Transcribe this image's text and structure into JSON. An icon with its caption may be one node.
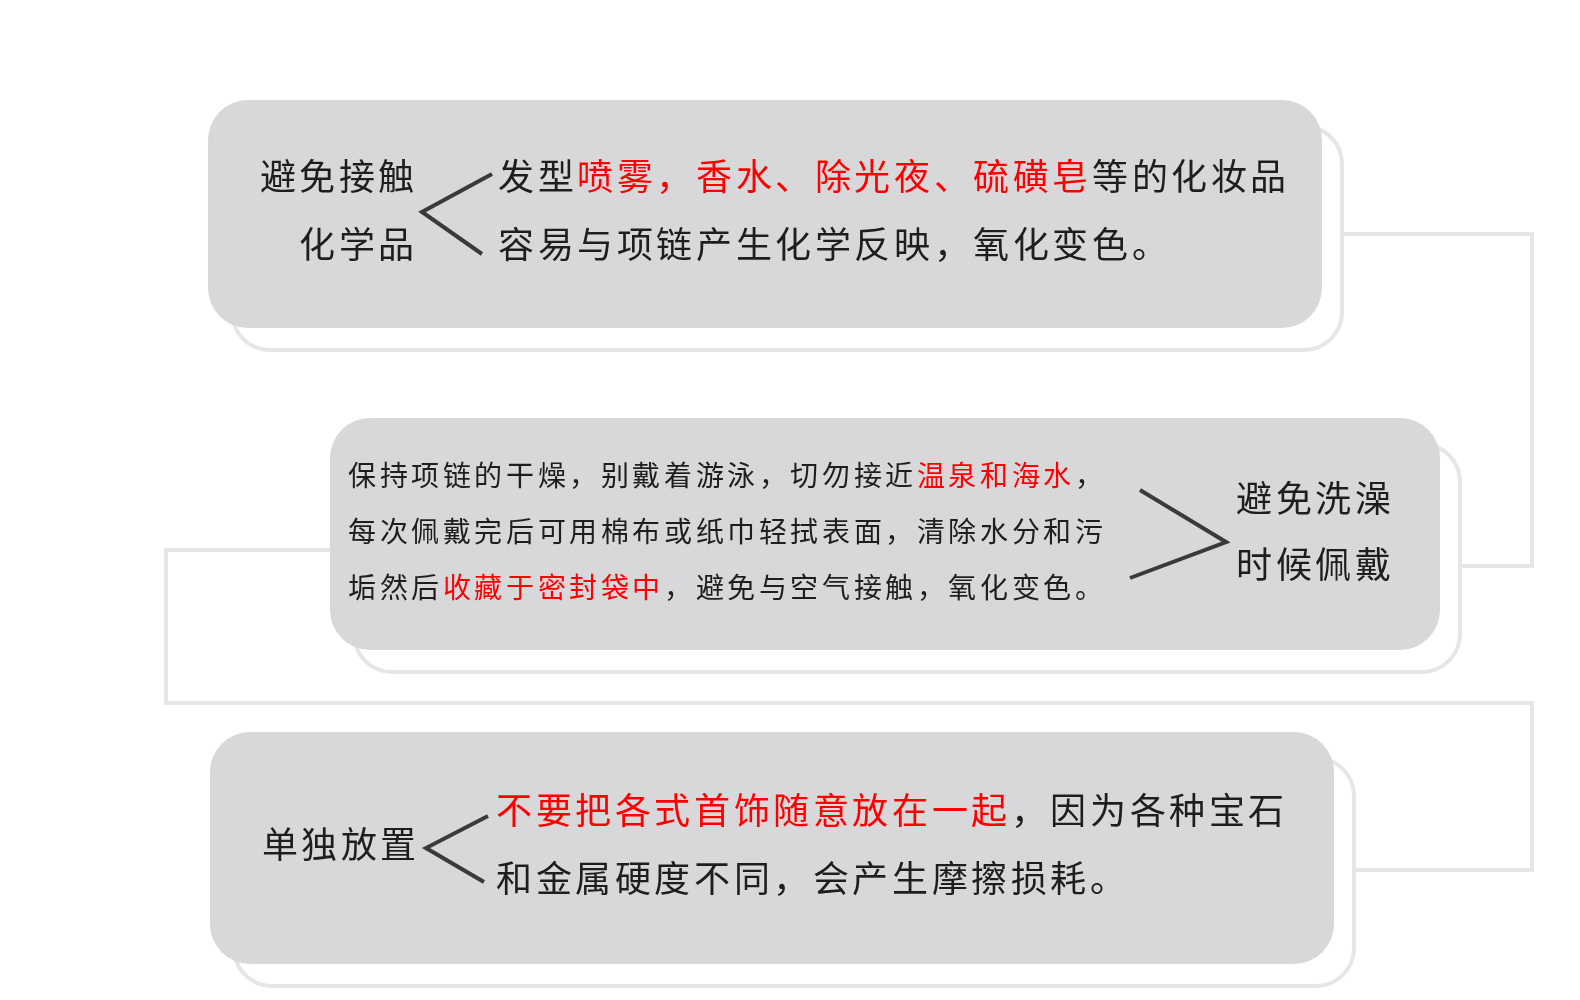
{
  "diagram": {
    "nodes": [
      {
        "text": [
          "避免接触化学品",
          "发型**喷雾，香水、除光夜、硫磺皂**等的化妆品容易与项链产生化学反映，氧化变色。"
        ]
      },
      {
        "text": [
          "保持项链的干燥，别戴着游泳，切勿接近**温泉和海水**，每次佩戴完后可用棉布或纸巾轻拭表面，清除水分和污垢然后**收藏于密封袋中**，避免与空气接触，氧化变色。",
          "避免洗澡时候佩戴"
        ]
      },
      {
        "text": [
          "单独放置",
          "**不要把各式首饰随意放在一起**，因为各种宝石和金属硬度不同，会产生摩擦损耗。"
        ]
      }
    ],
    "edges": [
      {
        "from": 0,
        "to": 1,
        "arrow": "none"
      },
      {
        "from": 1,
        "to": 2,
        "arrow": "none"
      }
    ]
  }
}
